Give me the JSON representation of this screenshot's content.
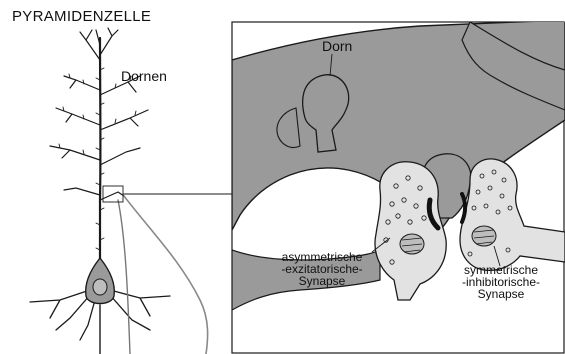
{
  "title": "PYRAMIDENZELLE",
  "labels": {
    "dornen": "Dornen",
    "dorn": "Dorn",
    "asymmetric": [
      "asymmetrische",
      "-exzitatorische-",
      "Synapse"
    ],
    "symmetric": [
      "symmetrische",
      "-inhibitorische-",
      "Synapse"
    ]
  },
  "colors": {
    "background": "#ffffff",
    "dendrite_fill": "#9a9a9a",
    "bouton_fill": "#e2e2e2",
    "stroke": "#1a1a1a",
    "synapse_density": "#111111"
  }
}
